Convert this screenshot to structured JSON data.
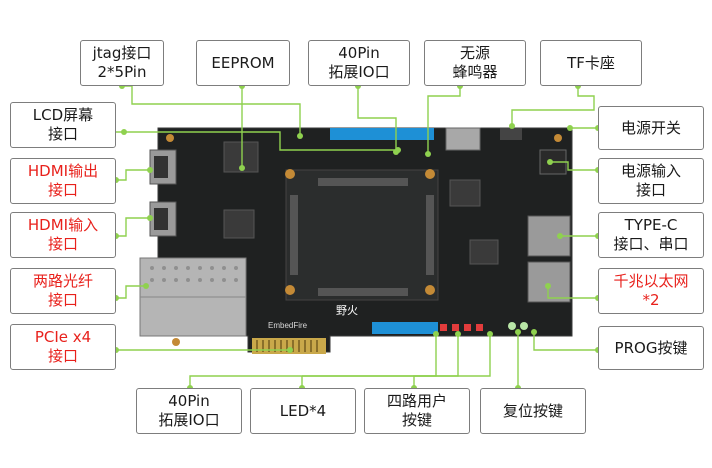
{
  "labels": {
    "jtag": "jtag接口\n2*5Pin",
    "eeprom": "EEPROM",
    "pin40_top": "40Pin\n拓展IO口",
    "buzzer": "无源\n蜂鸣器",
    "tf": "TF卡座",
    "lcd": "LCD屏幕\n接口",
    "hdmi_out": "HDMI输出\n接口",
    "hdmi_in": "HDMI输入\n接口",
    "sfp": "两路光纤\n接口",
    "pcie": "PCIe x4\n接口",
    "power_switch": "电源开关",
    "power_in": "电源输入\n接口",
    "typec": "TYPE-C\n接口、串口",
    "ethernet": "千兆以太网\n*2",
    "prog": "PROG按键",
    "pin40_bottom": "40Pin\n拓展IO口",
    "led": "LED*4",
    "user_keys": "四路用户\n按键",
    "reset": "复位按键"
  },
  "board_print": {
    "brand": "EmbedFire",
    "logo": "野火"
  },
  "colors": {
    "board": "#1f2121",
    "line": "#8fd14f",
    "red_text": "#e8211c",
    "header_blue": "#1e90d6"
  }
}
